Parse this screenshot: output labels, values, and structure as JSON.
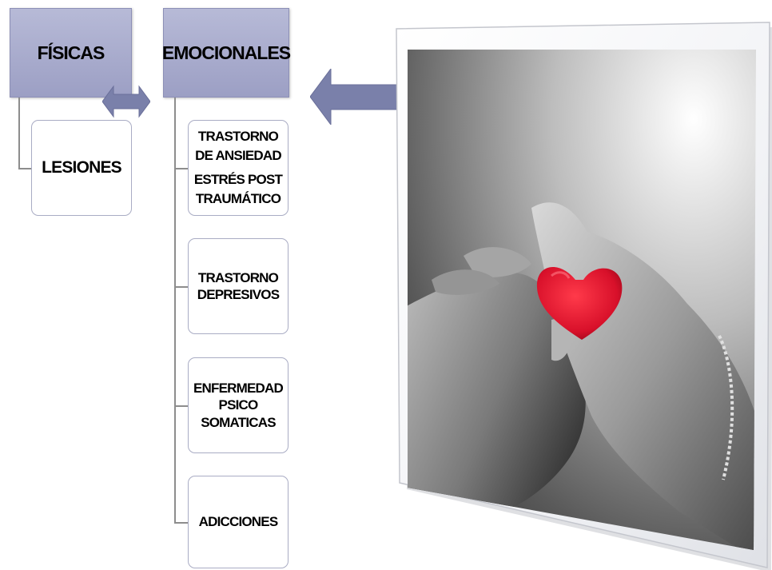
{
  "diagram": {
    "left_branch": {
      "title": "FÍSICAS",
      "children": [
        "LESIONES"
      ]
    },
    "right_branch": {
      "title": "EMOCIONALES",
      "children": [
        {
          "lines": [
            "TRASTORNO",
            "DE ANSIEDAD",
            "ESTRÉS POST",
            "TRAUMÁTICO"
          ]
        },
        {
          "lines": [
            "TRASTORNO",
            "DEPRESIVOS"
          ]
        },
        {
          "lines": [
            "ENFERMEDAD",
            "PSICO",
            "SOMATICAS"
          ]
        },
        {
          "lines": [
            "ADICCIONES"
          ]
        }
      ]
    }
  },
  "colors": {
    "header_fill": "#a6a9cb",
    "arrow_fill": "#7a80aa",
    "connector": "#8d8d8d",
    "heart": "#d8102a"
  },
  "icons": {
    "double_arrow": "double-arrow-icon",
    "left_arrow": "arrow-left-icon",
    "photo": "hands-holding-heart-photo"
  }
}
